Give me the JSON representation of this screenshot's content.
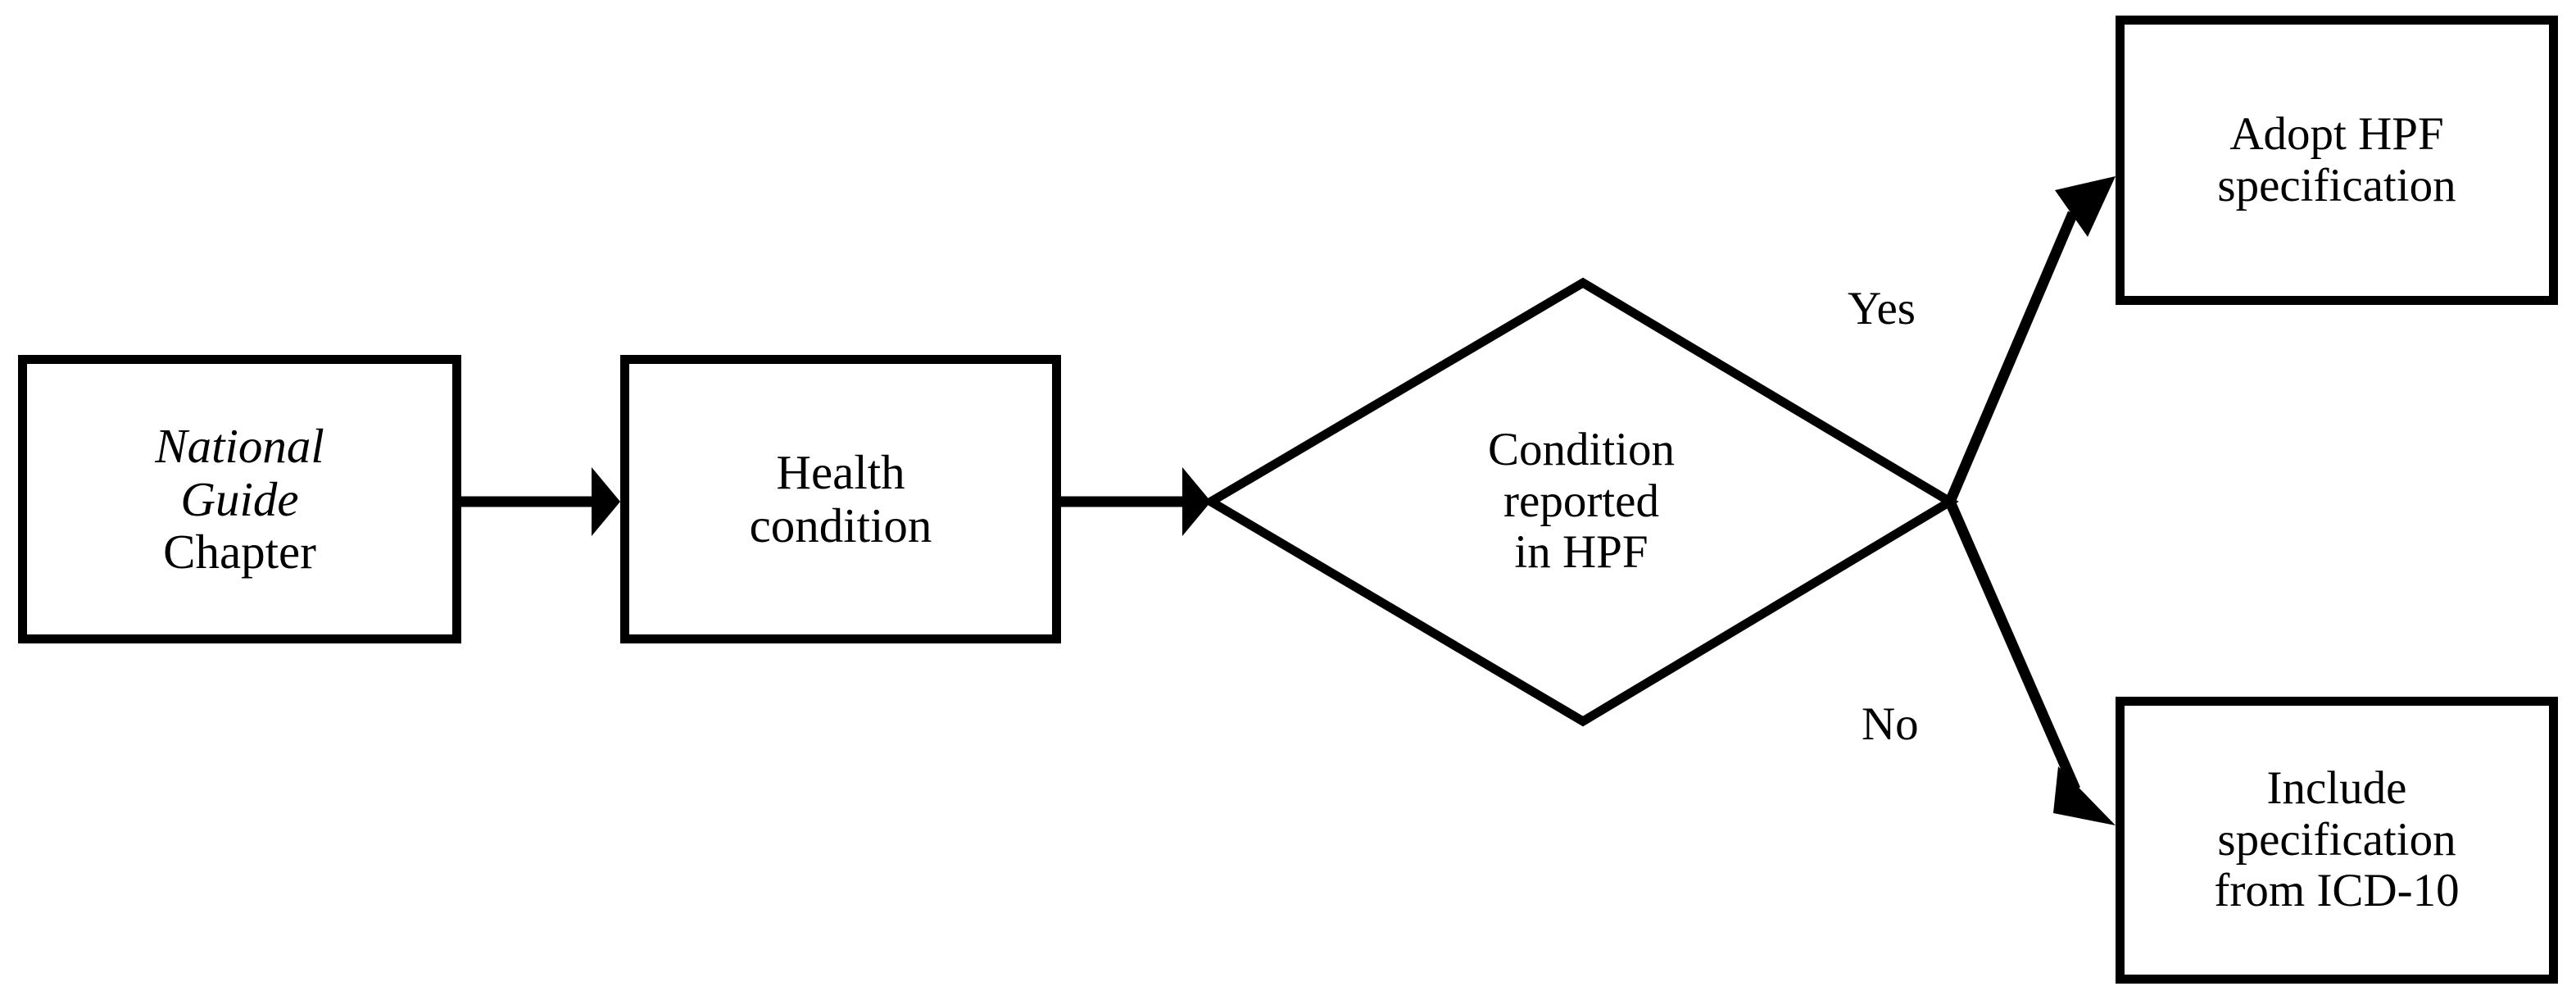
{
  "diagram": {
    "type": "flowchart",
    "orientation": "left-to-right",
    "background_color": "#ffffff",
    "stroke_color": "#000000",
    "text_color": "#000000",
    "nodes": [
      {
        "id": "national-guide-chapter",
        "shape": "rectangle",
        "lines": [
          "National",
          "Guide",
          "Chapter"
        ],
        "line_styles": [
          "italic",
          "italic",
          "normal"
        ],
        "line1": "National",
        "line2": "Guide",
        "line3": "Chapter"
      },
      {
        "id": "health-condition",
        "shape": "rectangle",
        "lines": [
          "Health",
          "condition"
        ],
        "line1": "Health",
        "line2": "condition"
      },
      {
        "id": "condition-reported-hpf",
        "shape": "diamond",
        "lines": [
          "Condition",
          "reported",
          "in HPF"
        ],
        "line1": "Condition",
        "line2": "reported",
        "line3": "in HPF"
      },
      {
        "id": "adopt-hpf-specification",
        "shape": "rectangle",
        "lines": [
          "Adopt HPF",
          "specification"
        ],
        "line1": "Adopt HPF",
        "line2": "specification"
      },
      {
        "id": "include-specification-icd10",
        "shape": "rectangle",
        "lines": [
          "Include",
          "specification",
          "from ICD-10"
        ],
        "line1": "Include",
        "line2": "specification",
        "line3": "from ICD-10"
      }
    ],
    "edges": [
      {
        "id": "edge-guide-to-condition",
        "from": "national-guide-chapter",
        "to": "health-condition",
        "label": ""
      },
      {
        "id": "edge-condition-to-decision",
        "from": "health-condition",
        "to": "condition-reported-hpf",
        "label": ""
      },
      {
        "id": "edge-decision-yes",
        "from": "condition-reported-hpf",
        "to": "adopt-hpf-specification",
        "label": "Yes"
      },
      {
        "id": "edge-decision-no",
        "from": "condition-reported-hpf",
        "to": "include-specification-icd10",
        "label": "No"
      }
    ],
    "labels": {
      "yes": "Yes",
      "no": "No"
    }
  }
}
